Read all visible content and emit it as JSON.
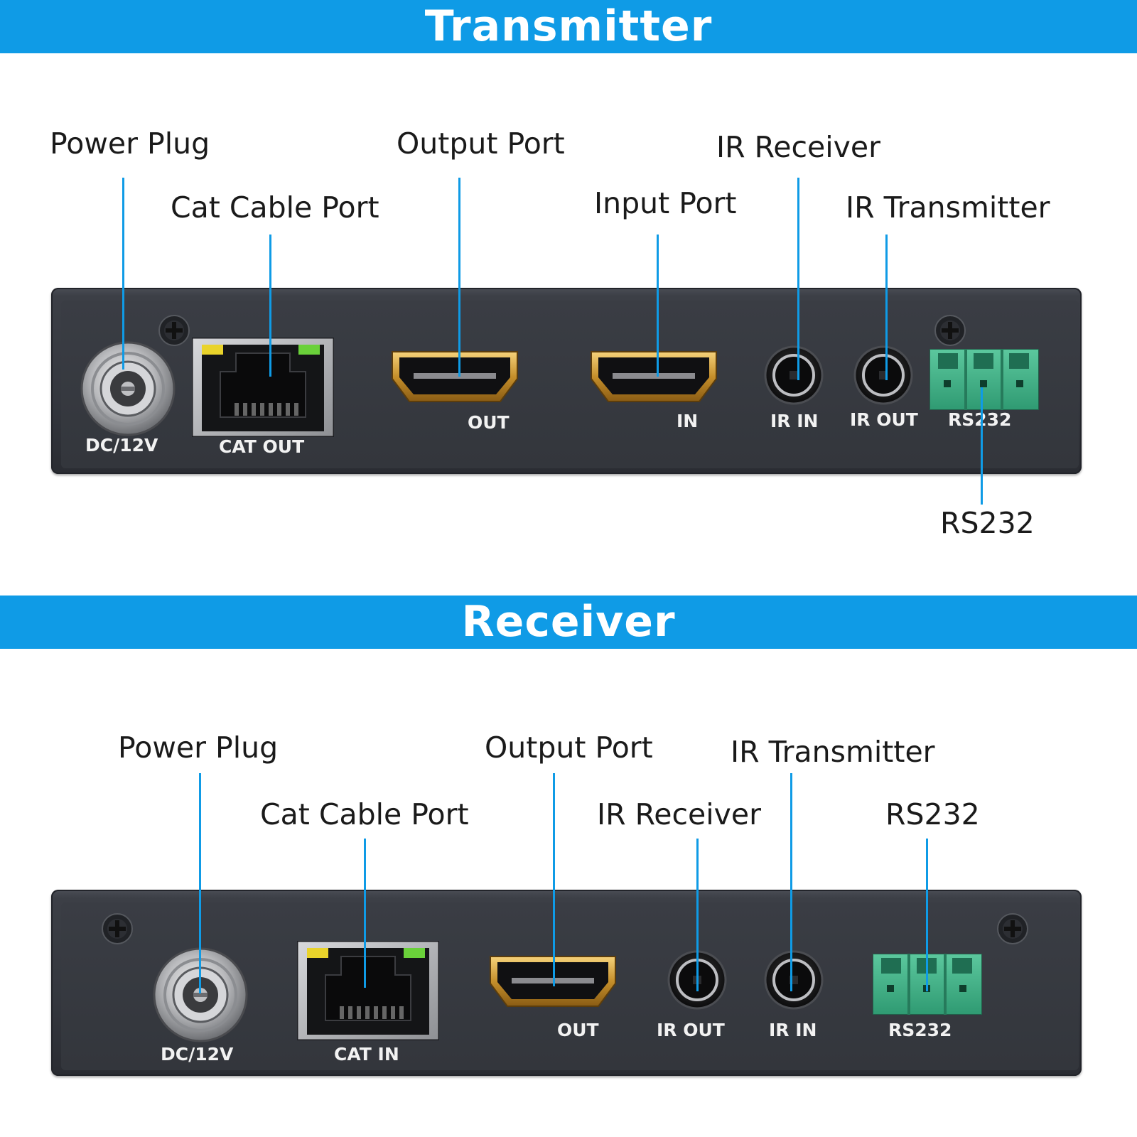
{
  "transmitter": {
    "title": "Transmitter",
    "callouts": {
      "power_plug": "Power Plug",
      "cat_cable_port": "Cat Cable Port",
      "output_port": "Output Port",
      "input_port": "Input Port",
      "ir_receiver": "IR Receiver",
      "ir_transmitter": "IR Transmitter",
      "rs232": "RS232"
    },
    "panel_labels": {
      "dc": "DC/12V",
      "cat": "CAT OUT",
      "out": "OUT",
      "in": "IN",
      "ir_in": "IR IN",
      "ir_out": "IR OUT",
      "rs232": "RS232"
    }
  },
  "receiver": {
    "title": "Receiver",
    "callouts": {
      "power_plug": "Power Plug",
      "cat_cable_port": "Cat Cable Port",
      "output_port": "Output Port",
      "ir_receiver": "IR Receiver",
      "ir_transmitter": "IR Transmitter",
      "rs232": "RS232"
    },
    "panel_labels": {
      "dc": "DC/12V",
      "cat": "CAT IN",
      "out": "OUT",
      "ir_out": "IR OUT",
      "ir_in": "IR IN",
      "rs232": "RS232"
    }
  },
  "colors": {
    "banner": "#0f9be6",
    "leader": "#0f9be6",
    "panel": "#35383e",
    "terminal": "#3fae86",
    "hdmi_gold": "#d9a640"
  },
  "icons": [
    "screw-icon",
    "dc-jack-icon",
    "rj45-port-icon",
    "hdmi-port-icon",
    "audio-jack-icon",
    "terminal-block-icon"
  ]
}
